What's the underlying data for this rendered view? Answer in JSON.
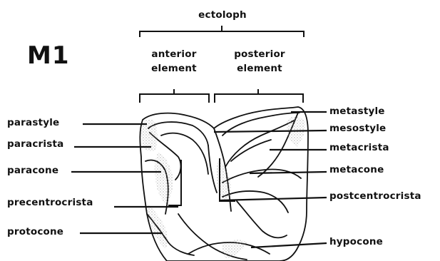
{
  "tooth_label": "M1",
  "ectoloph": "ectoloph",
  "elements": {
    "anterior": "anterior\nelement",
    "posterior": "posterior\nelement"
  },
  "left_labels": [
    "parastyle",
    "paracrista",
    "paracone",
    "precentrocrista",
    "protocone"
  ],
  "right_labels": [
    "metastyle",
    "mesostyle",
    "metacrista",
    "metacone",
    "postcentrocrista",
    "hypocone"
  ],
  "colors": {
    "ink": "#111111",
    "stipple": "#9a9a9a"
  }
}
